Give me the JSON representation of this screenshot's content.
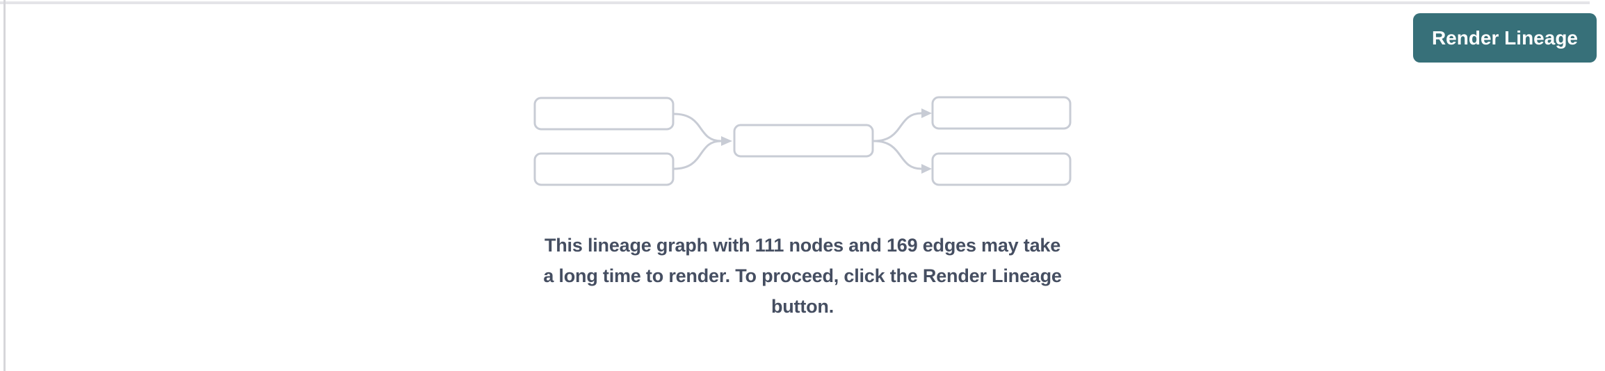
{
  "colors": {
    "background": "#ffffff",
    "top_border": "#e4e4e8",
    "left_border": "#d6d6da",
    "button_bg": "#377079",
    "button_text": "#ffffff",
    "diagram_stroke": "#c8ccd5",
    "diagram_fill": "#ffffff",
    "message_text": "#454e61"
  },
  "toolbar": {
    "render_button_label": "Render Lineage"
  },
  "placeholder": {
    "diagram": {
      "description": "miniature lineage preview: 2 upstream nodes and 2 downstream nodes connected to 1 center node by curved arrows",
      "node_boxes": 5,
      "edges": 4
    },
    "message": {
      "lines": [
        "This lineage graph with 111 nodes and 169 edges may take",
        "a long time to render. To proceed, click the Render Lineage",
        "button."
      ],
      "stats": {
        "nodes": 111,
        "edges": 169
      }
    }
  }
}
